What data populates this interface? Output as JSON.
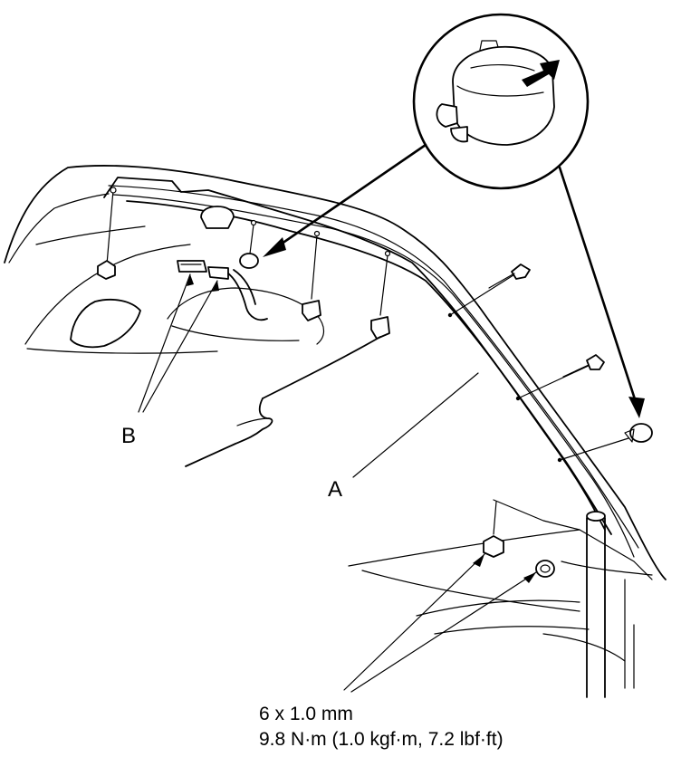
{
  "labels": {
    "callout_a": "A",
    "callout_b": "B"
  },
  "specification": {
    "fastener_size": "6 x 1.0 mm",
    "torque": "9.8 N·m (1.0 kgf·m, 7.2 lbf·ft)"
  },
  "icons": [
    "clip-detail-icon",
    "bolt-icon",
    "clip-icon",
    "hand-icon",
    "arrow-icon"
  ],
  "colors": {
    "ink": "#000000",
    "background": "#ffffff"
  }
}
